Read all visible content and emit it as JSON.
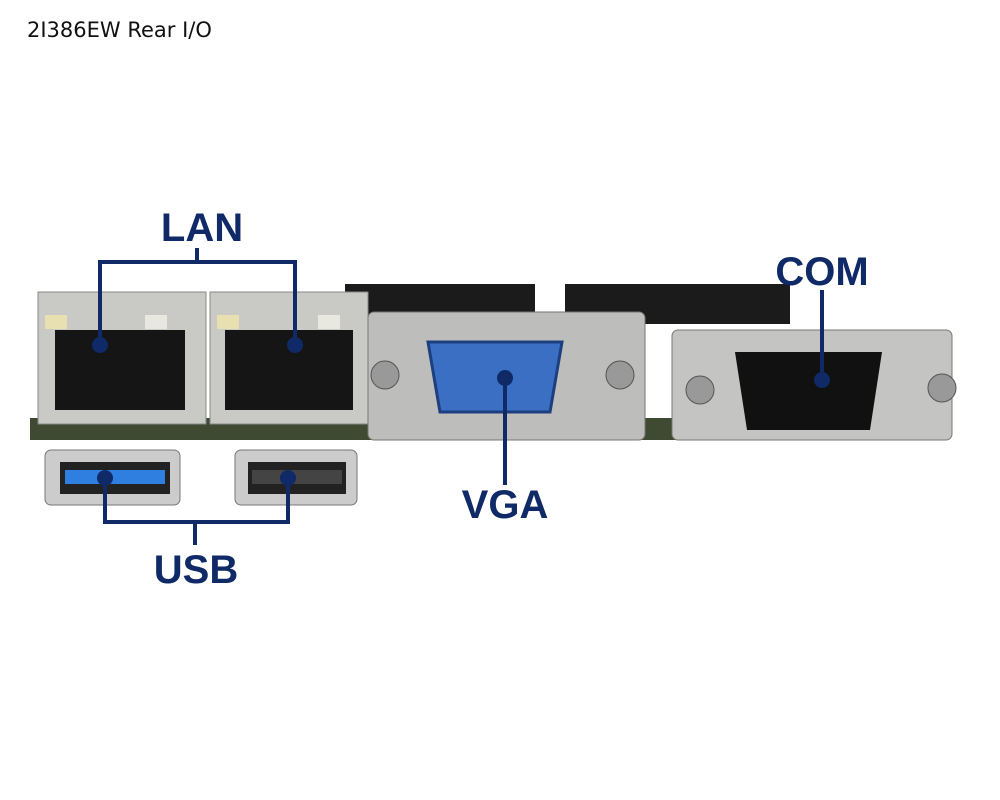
{
  "title": "2I386EW Rear I/O",
  "labels": {
    "lan": "LAN",
    "com": "COM",
    "vga": "VGA",
    "usb": "USB"
  },
  "colors": {
    "label": "#0f2a66",
    "vga_blue": "#3a6fc4",
    "usb3_blue": "#2f7fe0"
  }
}
